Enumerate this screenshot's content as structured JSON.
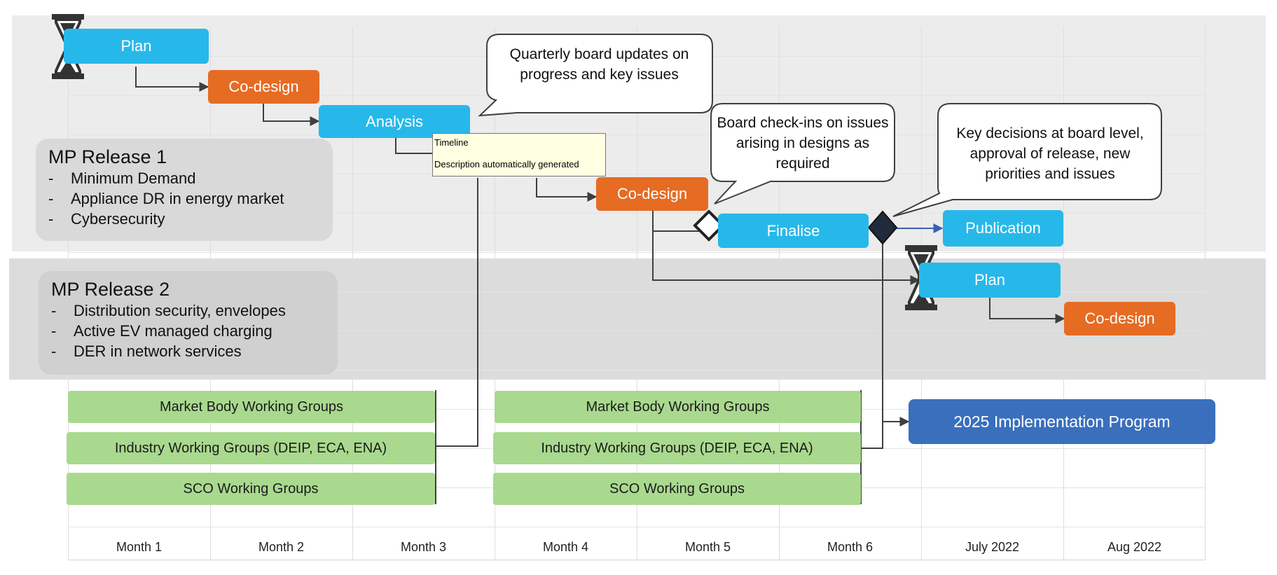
{
  "releases": [
    {
      "title": "MP Release 1",
      "items": [
        "Minimum Demand",
        "Appliance DR in energy market",
        "Cybersecurity"
      ]
    },
    {
      "title": "MP Release 2",
      "items": [
        "Distribution security, envelopes",
        "Active EV managed charging",
        "DER in network services"
      ]
    }
  ],
  "tasks": {
    "plan_1": "Plan",
    "codesign_1": "Co-design",
    "analysis": "Analysis",
    "codesign_2": "Co-design",
    "finalise": "Finalise",
    "publication": "Publication",
    "plan_2": "Plan",
    "codesign_3": "Co-design",
    "implementation": "2025 Implementation Program"
  },
  "callouts": {
    "quarterly": "Quarterly board updates on progress and key issues",
    "checkins": "Board check-ins on issues arising in designs as required",
    "decisions": "Key decisions at board level, approval of release, new priorities and issues"
  },
  "working_groups": {
    "group_a": [
      "Market Body Working Groups",
      "Industry Working Groups (DEIP, ECA, ENA)",
      "SCO Working Groups"
    ],
    "group_b": [
      "Market Body Working Groups",
      "Industry Working Groups (DEIP, ECA, ENA)",
      "SCO Working Groups"
    ]
  },
  "months": [
    "Month 1",
    "Month 2",
    "Month 3",
    "Month 4",
    "Month 5",
    "Month 6",
    "July 2022",
    "Aug 2022"
  ],
  "tooltip": {
    "line1": "Timeline",
    "line2": "Description automatically generated"
  },
  "colors": {
    "plan_blue": "#27b8ea",
    "codesign_orange": "#e66b23",
    "working_group_green": "#a9d98e",
    "implementation_blue": "#3a6fbd"
  },
  "icons": [
    "hourglass-icon",
    "diamond-milestone-icon",
    "black-diamond-milestone-icon"
  ]
}
